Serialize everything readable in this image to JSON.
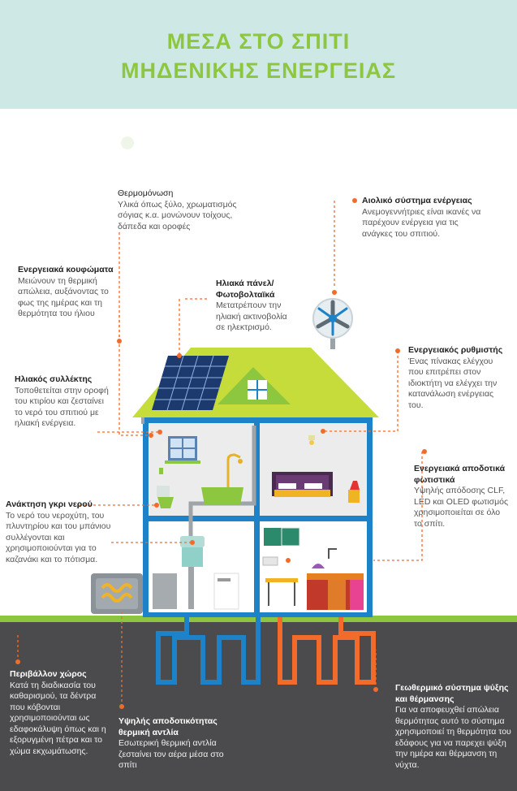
{
  "title": {
    "line1": "ΜΕΣΑ ΣΤΟ ΣΠΙΤΙ",
    "line2": "ΜΗΔΕΝΙΚΗΣ ΕΝΕΡΓΕΙΑΣ"
  },
  "colors": {
    "green": "#8dc63f",
    "header_bg": "#cde8e5",
    "orange": "#f26b2a",
    "blue": "#1e82c8",
    "ground": "#4b4b4d"
  },
  "labels": {
    "insulation": {
      "title": "Θερμομόνωση",
      "body": "Υλικά όπως ξύλο, χρωματισμός σόγιας κ.α. μονώνουν τοίχους, δάπεδα και οροφές"
    },
    "wind": {
      "title": "Αιολικό σύστημα ενέργειας",
      "body": "Ανεμογεννήτριες είναι ικανές να παρέχουν ενέργεια για τις ανάγκες του σπιτιού."
    },
    "windows": {
      "title": "Ενεργειακά κουφώματα",
      "body": "Μειώνουν τη θερμική απώλεια, αυξάνοντας το φως της ημέρας και τη θερμότητα του ήλιου"
    },
    "solar_panels": {
      "title": "Ηλιακά πάνελ/ Φωτοβολταϊκά",
      "body": "Μετατρέπουν την ηλιακή ακτινοβολία σε ηλεκτρισμό."
    },
    "thermostat": {
      "title": "Ενεργειακός ρυθμιστής",
      "body": "Ένας πίνακας ελέγχου που επιτρέπει στον ιδιοκτήτη να ελέγχει την κατανάλωση ενέργειας του."
    },
    "solar_collector": {
      "title": "Ηλιακός συλλέκτης",
      "body": "Τοποθετείται στην οροφή του κτιρίου και ζεσταίνει το νερό του σπιτιού με ηλιακή ενέργεια."
    },
    "lighting": {
      "title": "Ενεργειακά αποδοτικά φωτιστικά",
      "body": "Υψηλής απόδοσης CLF, LED και OLED φωτισμός χρησιμοποιείται σε όλο το σπίτι."
    },
    "greywater": {
      "title": "Ανάκτηση γκρι νερού",
      "body": "Το νερό του νεροχύτη, του πλυντηρίου και του μπάνιου συλλέγονται και χρησιμοποιούνται για το καζανάκι και το πότισμα."
    },
    "environment": {
      "title": "Περιβάλλον χώρος",
      "body": "Κατά τη διαδικασία του καθαρισμού, τα δέντρα που κόβονται χρησιμοποιούνται ως εδαφοκάλυψη όπως και η εξορυγμένη πέτρα και το χώμα εκχωμάτωσης."
    },
    "heat_pump": {
      "title": "Υψηλής αποδοτικότητας θερμική αντλία",
      "body": "Εσωτερική θερμική αντλία ζεσταίνει τον αέρα μέσα στο σπίτι"
    },
    "geothermal": {
      "title": "Γεωθερμικό σύστημα ψύξης και θέρμανσης",
      "body": "Για να αποφευχθεί απώλεια θερμότητας αυτό το σύστημα χρησιμοποιεί τη θερμότητα του εδάφους για να παρεχει ψύξη την ημέρα και θέρμανση τη νύχτα."
    }
  }
}
